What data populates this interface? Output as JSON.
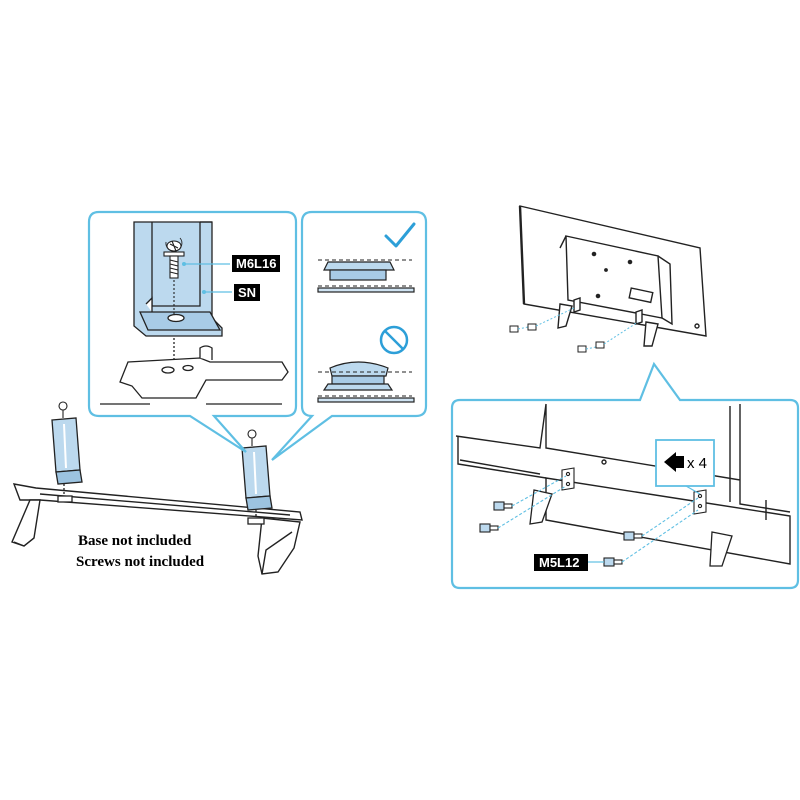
{
  "labels": {
    "screw_stand": "M6L16",
    "screw_bracket": "SN",
    "screw_wall": "M5L12",
    "screw_count": "x 4"
  },
  "notes": {
    "base": "Base not included",
    "screws": "Screws not included"
  },
  "colors": {
    "callout_border": "#5fbfe3",
    "part_fill": "#bcd9ee",
    "line": "#222222",
    "label_bg": "#000000",
    "label_text": "#ffffff",
    "check": "#2d9fd8",
    "prohibit": "#2d9fd8"
  },
  "icons": {
    "ok": "check-icon",
    "not_ok": "prohibited-icon",
    "direction": "arrow-left-screw-icon"
  }
}
